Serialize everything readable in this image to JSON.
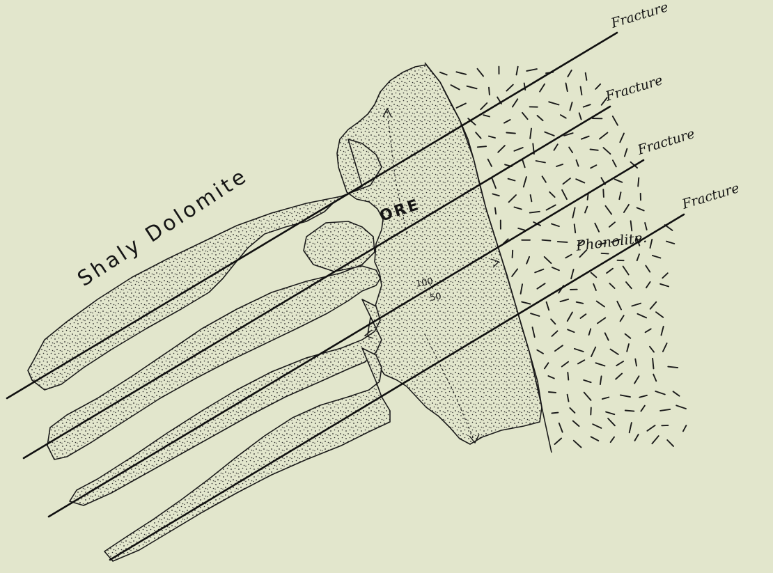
{
  "labels": {
    "host_rock": "Shaly Dolomite",
    "ore": "ORE",
    "intrusive": "Phonolite.",
    "fracture_1": "Fracture",
    "fracture_2": "Fracture",
    "fracture_3": "Fracture",
    "fracture_4": "Fracture",
    "dip_1": "100",
    "dip_2": "50"
  },
  "colors": {
    "paper": "#e2e6cc",
    "ink": "#151515",
    "stipple": "#2a2a2a"
  }
}
